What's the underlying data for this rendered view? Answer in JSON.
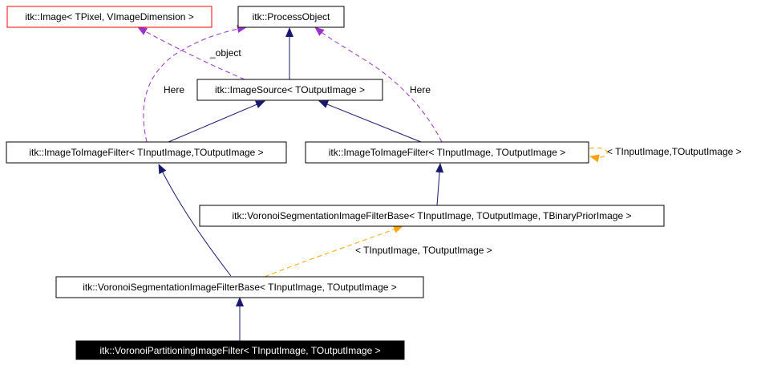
{
  "diagram": {
    "nodes": {
      "image": {
        "label": "itk::Image< TPixel, VImageDimension >"
      },
      "process_object": {
        "label": "itk::ProcessObject"
      },
      "image_source": {
        "label": "itk::ImageSource< TOutputImage >"
      },
      "itif_left": {
        "label": "itk::ImageToImageFilter< TInputImage,TOutputImage >"
      },
      "itif_right": {
        "label": "itk::ImageToImageFilter< TInputImage, TOutputImage >"
      },
      "vsifb_three": {
        "label": "itk::VoronoiSegmentationImageFilterBase< TInputImage, TOutputImage, TBinaryPriorImage >"
      },
      "vsifb_two": {
        "label": "itk::VoronoiSegmentationImageFilterBase< TInputImage, TOutputImage >"
      },
      "vpif": {
        "label": "itk::VoronoiPartitioningImageFilter< TInputImage, TOutputImage >"
      }
    },
    "edge_labels": {
      "object": "_object",
      "here_left": "Here",
      "here_right": "Here",
      "self_template": "< TInputImage,TOutputImage >",
      "template_two": "< TInputImage, TOutputImage >"
    },
    "colors": {
      "inheritance": "#191970",
      "usage": "#9a32cd",
      "template": "#ffa500",
      "highlight_bg": "#000000",
      "highlight_text": "#ffffff",
      "external_border": "#ff0000",
      "node_border": "#000000"
    }
  }
}
